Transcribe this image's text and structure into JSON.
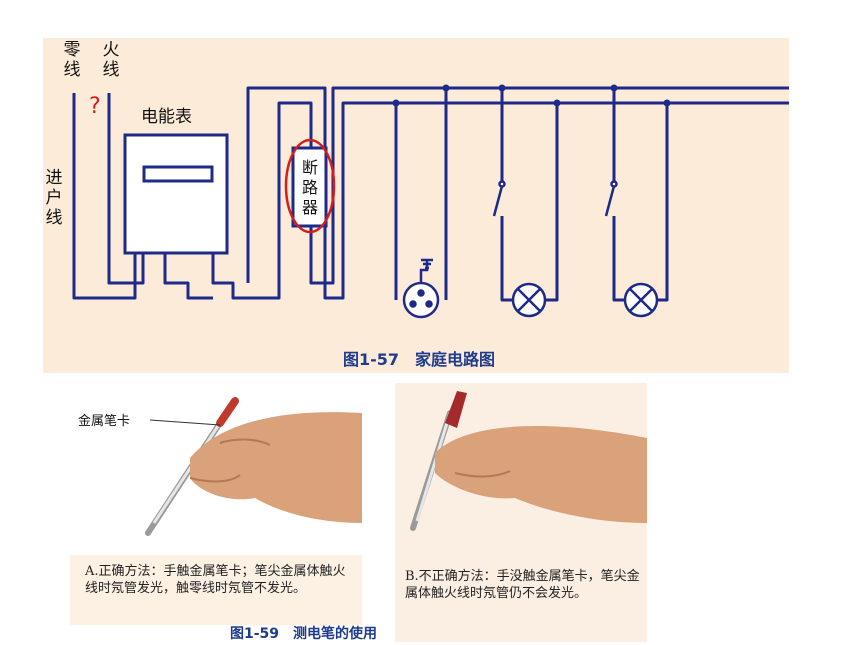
{
  "circuit": {
    "label_neutral": "零线",
    "label_live": "火线",
    "label_incoming": "进户线",
    "question_mark": "?",
    "label_meter": "电能表",
    "label_breaker": "断路器",
    "caption": "图1-57　家庭电路图"
  },
  "pen_photos": {
    "label_metal_clip": "金属笔卡",
    "text_a": "A.正确方法：手触金属笔卡；笔尖金属体触火线时氖管发光，触零线时氖管不发光。",
    "text_b": "B.不正确方法：手没触金属笔卡，笔尖金属体触火线时氖管仍不会发光。",
    "caption": "图1-59　测电笔的使用"
  },
  "colors": {
    "wire": "#1e2a8a",
    "panel_bg": "#fcebd9",
    "highlight": "#d81b1b",
    "caption_blue": "#1f3b8c"
  }
}
